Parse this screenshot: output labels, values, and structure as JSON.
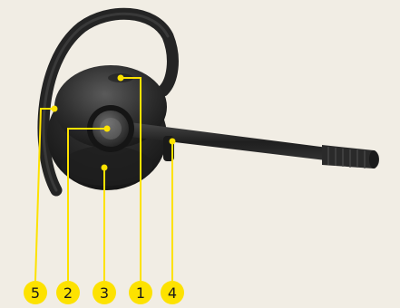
{
  "callouts": [
    {
      "label": "5"
    },
    {
      "label": "2"
    },
    {
      "label": "3"
    },
    {
      "label": "1"
    },
    {
      "label": "4"
    }
  ],
  "colors": {
    "background": "#f1ede4",
    "callout": "#fde200",
    "callout_text": "#1a1a1a",
    "headset": "#2b2b2b"
  },
  "icons": {
    "product": "headset-icon"
  }
}
